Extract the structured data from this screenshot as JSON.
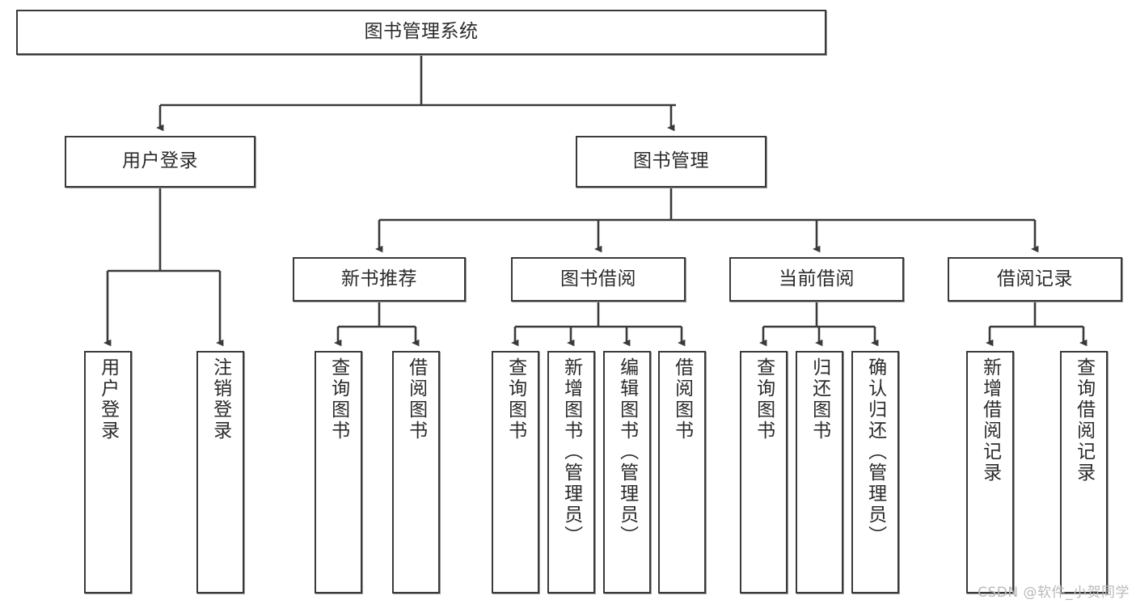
{
  "diagram": {
    "title": "图书管理系统",
    "watermark": "CSDN @软件_小贺同学",
    "accent_color": "#3a3a3a",
    "text_color": "#2b2b2b",
    "background": "#ffffff",
    "nodes": {
      "root": "图书管理系统",
      "level2": {
        "user_login": "用户登录",
        "book_manage": "图书管理"
      },
      "level3": {
        "new_book_rec": "新书推荐",
        "book_borrow": "图书借阅",
        "current_borrow": "当前借阅",
        "borrow_record": "借阅记录"
      },
      "leaves": {
        "user_login_1": "用户登录",
        "user_login_2": "注销登录",
        "new_book_rec_1": "查询图书",
        "new_book_rec_2": "借阅图书",
        "book_borrow_1": "查询图书",
        "book_borrow_2": "新增图书（管理员）",
        "book_borrow_3": "编辑图书（管理员）",
        "book_borrow_4": "借阅图书",
        "current_borrow_1": "查询图书",
        "current_borrow_2": "归还图书",
        "current_borrow_3": "确认归还（管理员）",
        "borrow_record_1": "新增借阅记录",
        "borrow_record_2": "查询借阅记录"
      }
    }
  }
}
